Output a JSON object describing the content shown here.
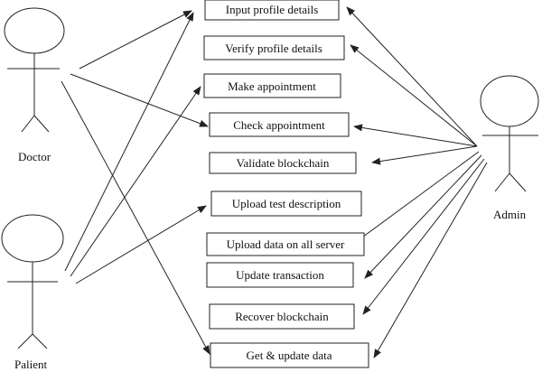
{
  "actors": {
    "doctor": {
      "label": "Doctor"
    },
    "patient": {
      "label": "Palient"
    },
    "admin": {
      "label": "Admin"
    }
  },
  "use_cases": [
    "Input profile details",
    "Verify profile details",
    "Make appointment",
    "Check appointment",
    "Validate blockchain",
    "Upload test description",
    "Upload data on all server",
    "Update transaction",
    "Recover blockchain",
    "Get & update data"
  ],
  "associations": [
    {
      "from": "doctor",
      "to": 0
    },
    {
      "from": "doctor",
      "to": 3
    },
    {
      "from": "doctor",
      "to": 9
    },
    {
      "from": "patient",
      "to": 0
    },
    {
      "from": "patient",
      "to": 2
    },
    {
      "from": "patient",
      "to": 5
    },
    {
      "from": "admin",
      "to": 0
    },
    {
      "from": "admin",
      "to": 1
    },
    {
      "from": "admin",
      "to": 3
    },
    {
      "from": "admin",
      "to": 4
    },
    {
      "from": "admin",
      "to": 6
    },
    {
      "from": "admin",
      "to": 7
    },
    {
      "from": "admin",
      "to": 8
    },
    {
      "from": "admin",
      "to": 9
    }
  ]
}
